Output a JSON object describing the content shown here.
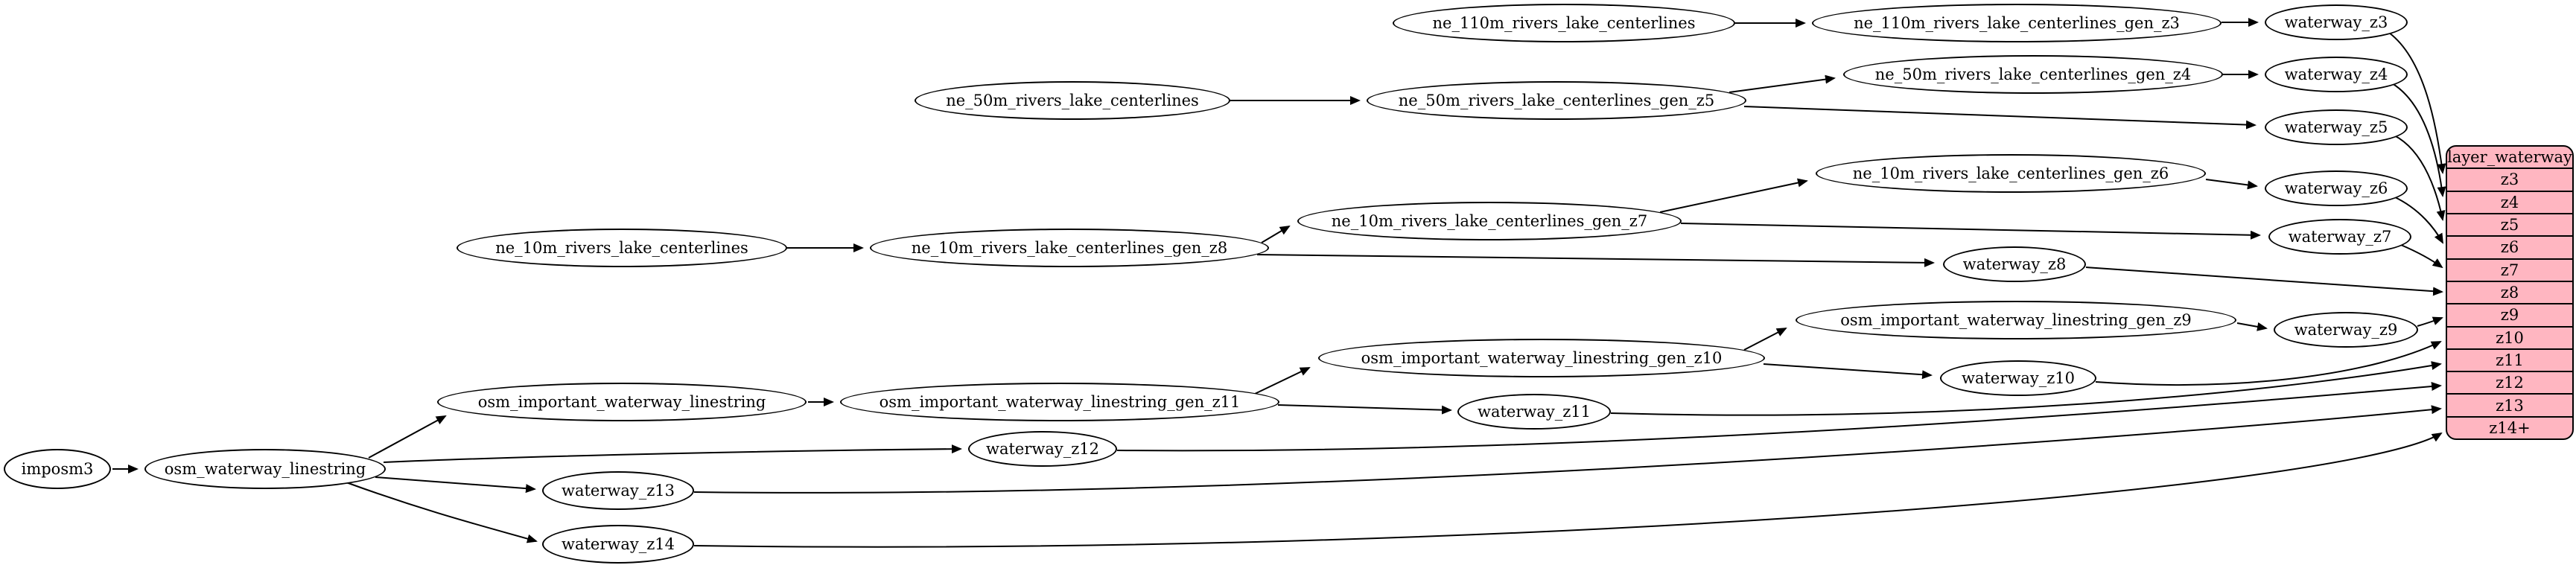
{
  "diagram": {
    "type": "graphviz-etl-flow",
    "nodes": {
      "imposm3": "imposm3",
      "osm_waterway_linestring": "osm_waterway_linestring",
      "osm_important_waterway_linestring": "osm_important_waterway_linestring",
      "osm_important_waterway_linestring_gen_z11": "osm_important_waterway_linestring_gen_z11",
      "osm_important_waterway_linestring_gen_z10": "osm_important_waterway_linestring_gen_z10",
      "osm_important_waterway_linestring_gen_z9": "osm_important_waterway_linestring_gen_z9",
      "ne_10m_rivers_lake_centerlines": "ne_10m_rivers_lake_centerlines",
      "ne_10m_rivers_lake_centerlines_gen_z8": "ne_10m_rivers_lake_centerlines_gen_z8",
      "ne_10m_rivers_lake_centerlines_gen_z7": "ne_10m_rivers_lake_centerlines_gen_z7",
      "ne_10m_rivers_lake_centerlines_gen_z6": "ne_10m_rivers_lake_centerlines_gen_z6",
      "ne_50m_rivers_lake_centerlines": "ne_50m_rivers_lake_centerlines",
      "ne_50m_rivers_lake_centerlines_gen_z5": "ne_50m_rivers_lake_centerlines_gen_z5",
      "ne_50m_rivers_lake_centerlines_gen_z4": "ne_50m_rivers_lake_centerlines_gen_z4",
      "ne_110m_rivers_lake_centerlines": "ne_110m_rivers_lake_centerlines",
      "ne_110m_rivers_lake_centerlines_gen_z3": "ne_110m_rivers_lake_centerlines_gen_z3",
      "waterway_z3": "waterway_z3",
      "waterway_z4": "waterway_z4",
      "waterway_z5": "waterway_z5",
      "waterway_z6": "waterway_z6",
      "waterway_z7": "waterway_z7",
      "waterway_z8": "waterway_z8",
      "waterway_z9": "waterway_z9",
      "waterway_z10": "waterway_z10",
      "waterway_z11": "waterway_z11",
      "waterway_z12": "waterway_z12",
      "waterway_z13": "waterway_z13",
      "waterway_z14": "waterway_z14"
    },
    "record": {
      "title": "layer_waterway",
      "rows": [
        "z3",
        "z4",
        "z5",
        "z6",
        "z7",
        "z8",
        "z9",
        "z10",
        "z11",
        "z12",
        "z13",
        "z14+"
      ]
    },
    "edges": [
      [
        "imposm3",
        "osm_waterway_linestring"
      ],
      [
        "osm_waterway_linestring",
        "osm_important_waterway_linestring"
      ],
      [
        "osm_waterway_linestring",
        "waterway_z12"
      ],
      [
        "osm_waterway_linestring",
        "waterway_z13"
      ],
      [
        "osm_waterway_linestring",
        "waterway_z14"
      ],
      [
        "osm_important_waterway_linestring",
        "osm_important_waterway_linestring_gen_z11"
      ],
      [
        "osm_important_waterway_linestring_gen_z11",
        "osm_important_waterway_linestring_gen_z10"
      ],
      [
        "osm_important_waterway_linestring_gen_z11",
        "waterway_z11"
      ],
      [
        "osm_important_waterway_linestring_gen_z10",
        "osm_important_waterway_linestring_gen_z9"
      ],
      [
        "osm_important_waterway_linestring_gen_z10",
        "waterway_z10"
      ],
      [
        "osm_important_waterway_linestring_gen_z9",
        "waterway_z9"
      ],
      [
        "ne_10m_rivers_lake_centerlines",
        "ne_10m_rivers_lake_centerlines_gen_z8"
      ],
      [
        "ne_10m_rivers_lake_centerlines_gen_z8",
        "ne_10m_rivers_lake_centerlines_gen_z7"
      ],
      [
        "ne_10m_rivers_lake_centerlines_gen_z8",
        "waterway_z8"
      ],
      [
        "ne_10m_rivers_lake_centerlines_gen_z7",
        "ne_10m_rivers_lake_centerlines_gen_z6"
      ],
      [
        "ne_10m_rivers_lake_centerlines_gen_z7",
        "waterway_z7"
      ],
      [
        "ne_10m_rivers_lake_centerlines_gen_z6",
        "waterway_z6"
      ],
      [
        "ne_50m_rivers_lake_centerlines",
        "ne_50m_rivers_lake_centerlines_gen_z5"
      ],
      [
        "ne_50m_rivers_lake_centerlines_gen_z5",
        "ne_50m_rivers_lake_centerlines_gen_z4"
      ],
      [
        "ne_50m_rivers_lake_centerlines_gen_z5",
        "waterway_z5"
      ],
      [
        "ne_50m_rivers_lake_centerlines_gen_z4",
        "waterway_z4"
      ],
      [
        "ne_110m_rivers_lake_centerlines",
        "ne_110m_rivers_lake_centerlines_gen_z3"
      ],
      [
        "ne_110m_rivers_lake_centerlines_gen_z3",
        "waterway_z3"
      ],
      [
        "waterway_z3",
        "layer_waterway.z3"
      ],
      [
        "waterway_z4",
        "layer_waterway.z4"
      ],
      [
        "waterway_z5",
        "layer_waterway.z5"
      ],
      [
        "waterway_z6",
        "layer_waterway.z6"
      ],
      [
        "waterway_z7",
        "layer_waterway.z7"
      ],
      [
        "waterway_z8",
        "layer_waterway.z8"
      ],
      [
        "waterway_z9",
        "layer_waterway.z9"
      ],
      [
        "waterway_z10",
        "layer_waterway.z10"
      ],
      [
        "waterway_z11",
        "layer_waterway.z11"
      ],
      [
        "waterway_z12",
        "layer_waterway.z12"
      ],
      [
        "waterway_z13",
        "layer_waterway.z13"
      ],
      [
        "waterway_z14",
        "layer_waterway.z14+"
      ]
    ],
    "colors": {
      "record_fill": "#ffb6c1",
      "node_fill": "#ffffff",
      "stroke": "#000000",
      "background": "#ffffff"
    }
  }
}
